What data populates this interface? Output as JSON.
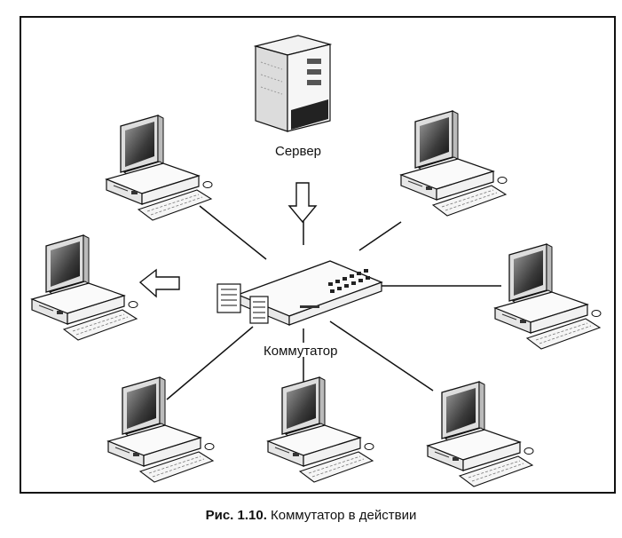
{
  "diagram": {
    "server_label": "Сервер",
    "switch_label": "Коммутатор"
  },
  "caption": {
    "number": "Рис. 1.10.",
    "text": "Коммутатор в действии"
  }
}
